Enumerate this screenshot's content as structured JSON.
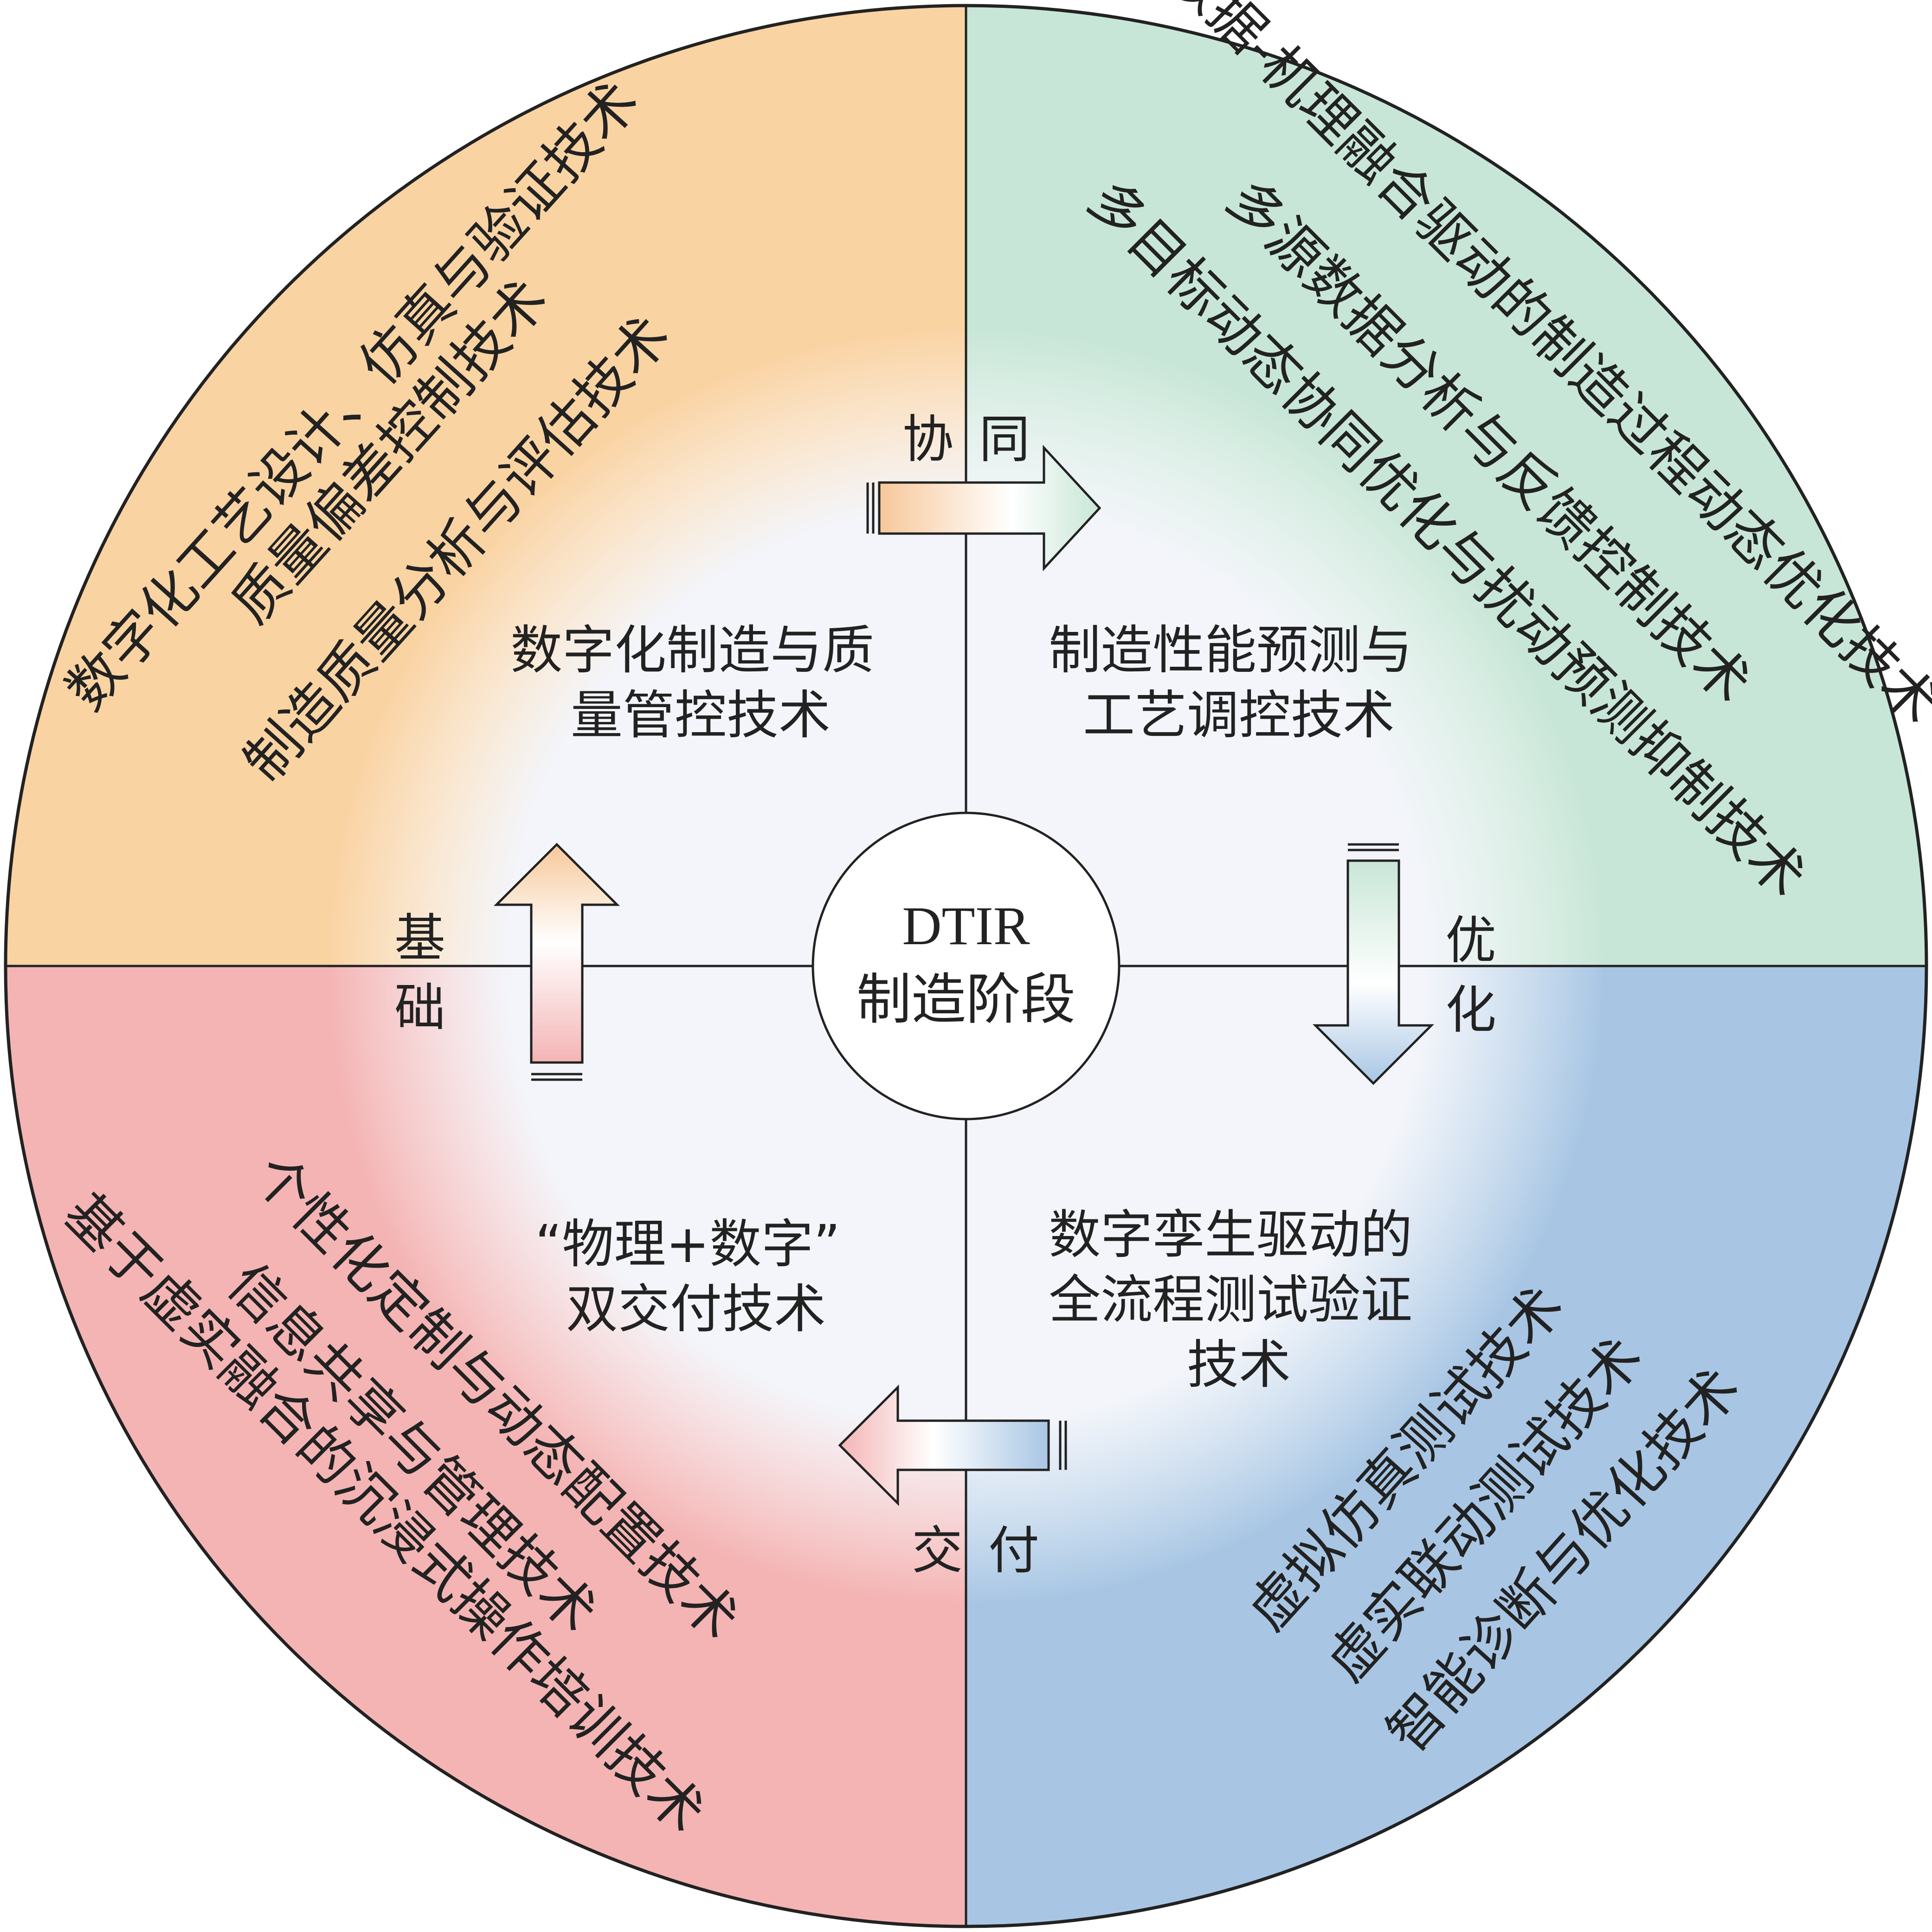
{
  "center": {
    "line1": "DTIR",
    "line2": "制造阶段"
  },
  "quadrants": {
    "top_left": {
      "color": "#FAD3A3",
      "inner_lines": [
        "数字化制造与质",
        "量管控技术"
      ],
      "outer": [
        "数字化工艺设计、仿真与验证技术",
        "质量偏差控制技术",
        "制造质量分析与评估技术"
      ]
    },
    "top_right": {
      "color": "#C8E6D7",
      "inner_lines": [
        "制造性能预测与",
        "工艺调控技术"
      ],
      "outer": [
        "数据-机理融合驱动的制造过程动态优化技术",
        "多源数据分析与反馈控制技术",
        "多目标动态协同优化与扰动预测抑制技术"
      ]
    },
    "bottom_right": {
      "color": "#A8C6E4",
      "inner_lines": [
        "数字孪生驱动的",
        "全流程测试验证",
        "技术"
      ],
      "outer": [
        "虚拟仿真测试技术",
        "虚实联动测试技术",
        "智能诊断与优化技术"
      ]
    },
    "bottom_left": {
      "color": "#F4B4B4",
      "inner_lines": [
        "“物理+数字”",
        "双交付技术"
      ],
      "outer": [
        "个性化定制与动态配置技术",
        "信息共享与管理技术",
        "基于虚实融合的沉浸式操作培训技术"
      ]
    }
  },
  "relations": {
    "top": [
      "协",
      "同"
    ],
    "right": [
      "优",
      "化"
    ],
    "bottom": [
      "交",
      "付"
    ],
    "left": [
      "基",
      "础"
    ]
  }
}
